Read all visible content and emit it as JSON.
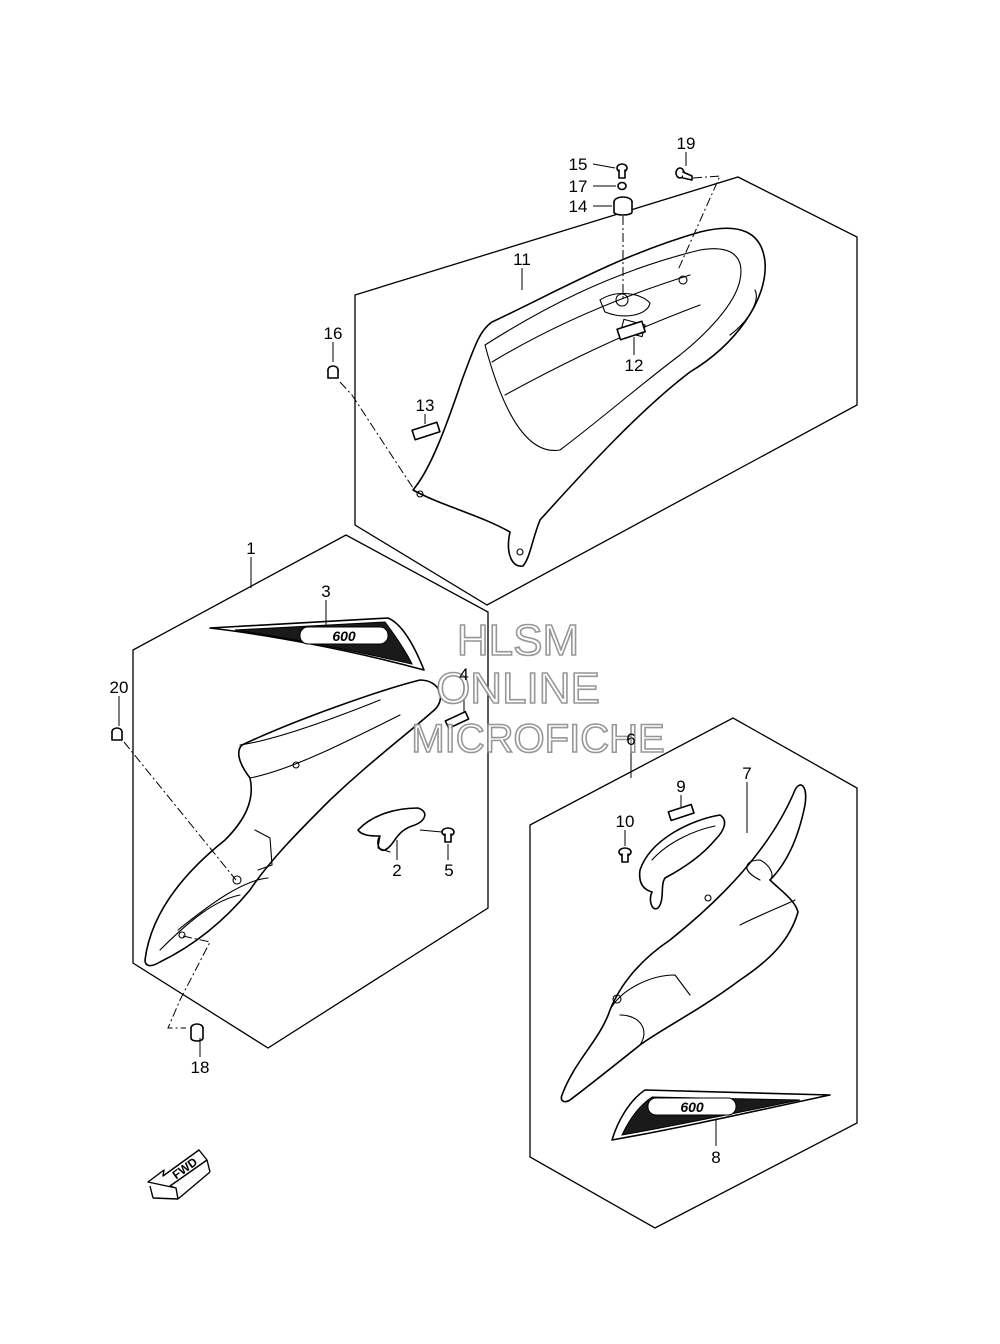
{
  "callouts": [
    {
      "id": "1",
      "label": "1"
    },
    {
      "id": "2",
      "label": "2"
    },
    {
      "id": "3",
      "label": "3"
    },
    {
      "id": "4",
      "label": "4"
    },
    {
      "id": "5",
      "label": "5"
    },
    {
      "id": "6",
      "label": "6"
    },
    {
      "id": "7",
      "label": "7"
    },
    {
      "id": "8",
      "label": "8"
    },
    {
      "id": "9",
      "label": "9"
    },
    {
      "id": "10",
      "label": "10"
    },
    {
      "id": "11",
      "label": "11"
    },
    {
      "id": "12",
      "label": "12"
    },
    {
      "id": "13",
      "label": "13"
    },
    {
      "id": "14",
      "label": "14"
    },
    {
      "id": "15",
      "label": "15"
    },
    {
      "id": "16",
      "label": "16"
    },
    {
      "id": "17",
      "label": "17"
    },
    {
      "id": "18",
      "label": "18"
    },
    {
      "id": "19",
      "label": "19"
    },
    {
      "id": "20",
      "label": "20"
    }
  ],
  "watermark": {
    "line1": "HLSM",
    "line2": "ONLINE",
    "line3": "MICROFICHE"
  },
  "decal_text": "600",
  "fwd_label": "FWD"
}
